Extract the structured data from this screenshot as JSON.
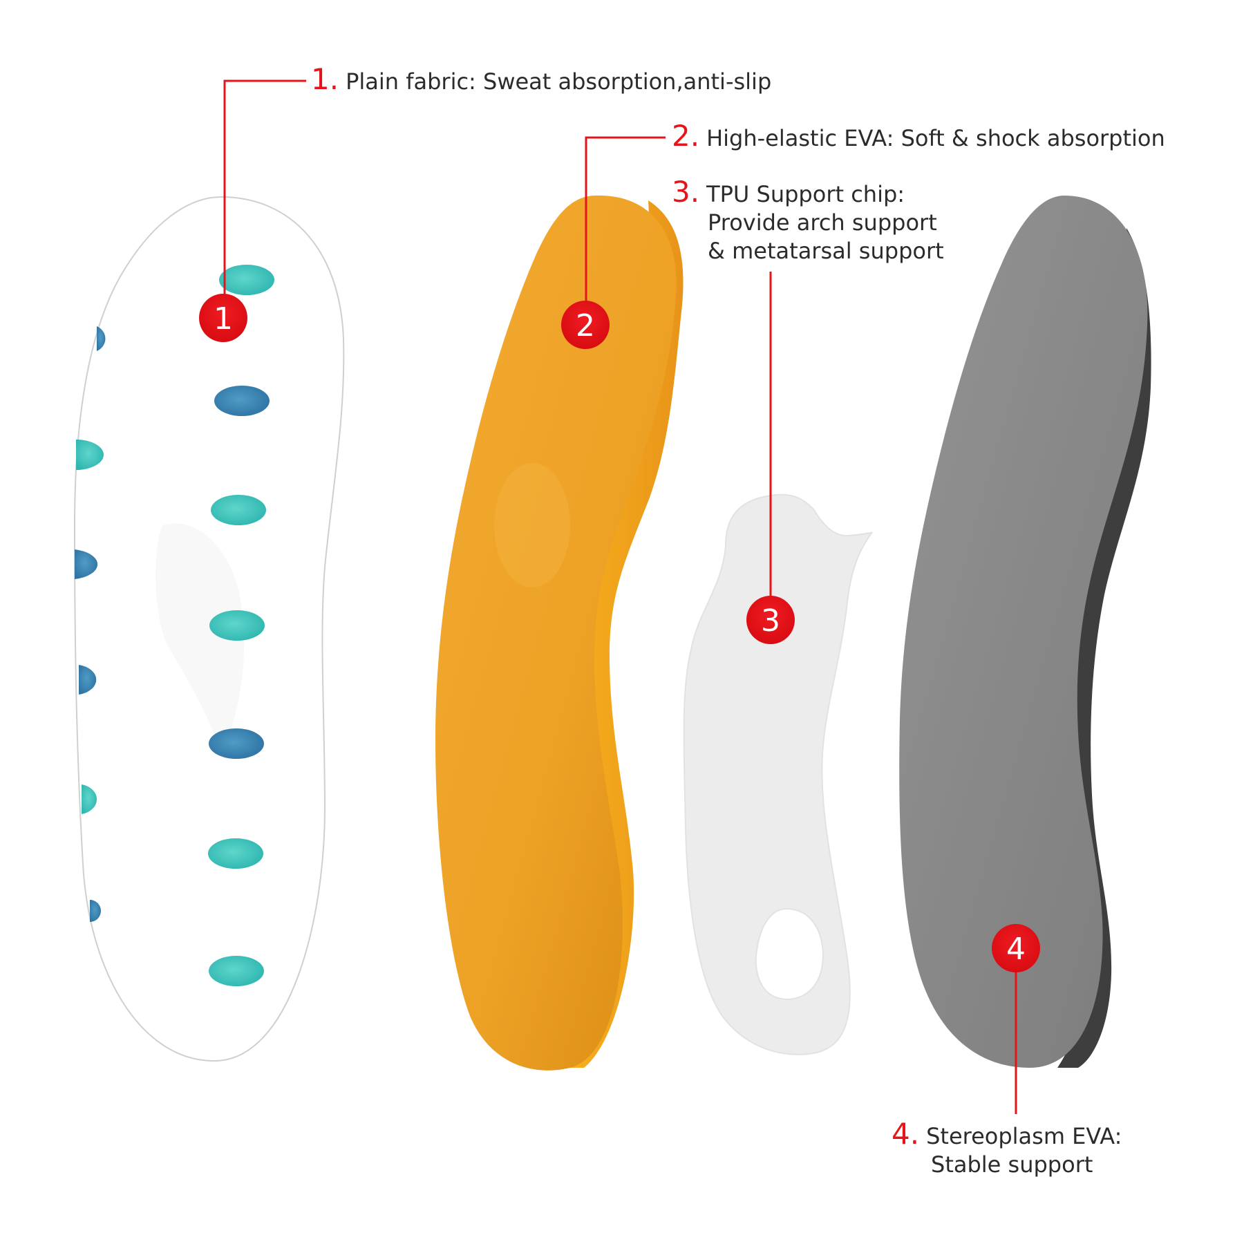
{
  "colors": {
    "accent_red": "#e3151a",
    "fabric_white": "#ffffff",
    "eva_orange": "#f0a52c",
    "tpu_clear": "#ececec",
    "base_gray": "#8a8a8a",
    "dot_teal": "#3ec9c0",
    "dot_blue": "#3b88b8",
    "text_dark": "#2b2b2b"
  },
  "layers": [
    {
      "number": "1.",
      "badge": "1",
      "title": "Plain fabric: Sweat absorption,anti-slip",
      "lines": []
    },
    {
      "number": "2.",
      "badge": "2",
      "title": "High-elastic EVA: Soft & shock absorption",
      "lines": []
    },
    {
      "number": "3.",
      "badge": "3",
      "title": "TPU Support chip:",
      "lines": [
        "Provide arch support",
        "& metatarsal support"
      ]
    },
    {
      "number": "4.",
      "badge": "4",
      "title": "Stereoplasm EVA:",
      "lines": [
        "Stable support"
      ]
    }
  ]
}
